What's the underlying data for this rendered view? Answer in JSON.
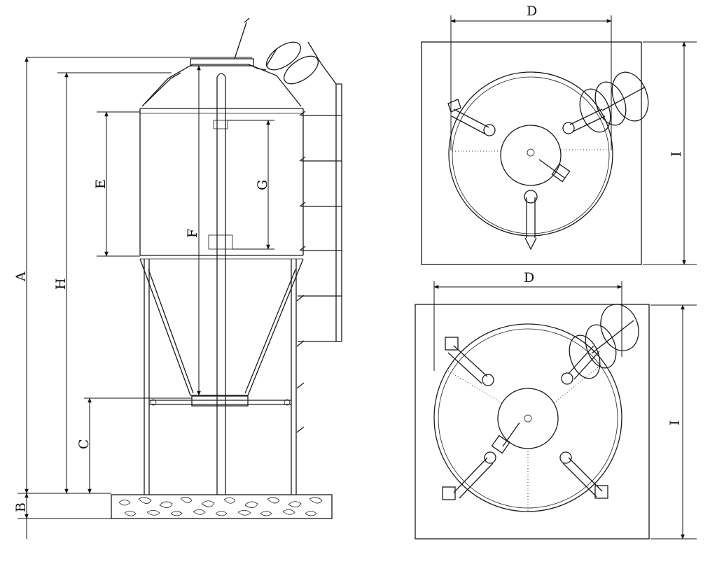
{
  "side_view": {
    "labels": {
      "A": "A",
      "B": "B",
      "C": "C",
      "E": "E",
      "F": "F",
      "G": "G",
      "H": "H"
    }
  },
  "top_view_upper": {
    "labels": {
      "D": "D",
      "I": "I"
    }
  },
  "top_view_lower": {
    "labels": {
      "D": "D",
      "I": "I"
    }
  }
}
